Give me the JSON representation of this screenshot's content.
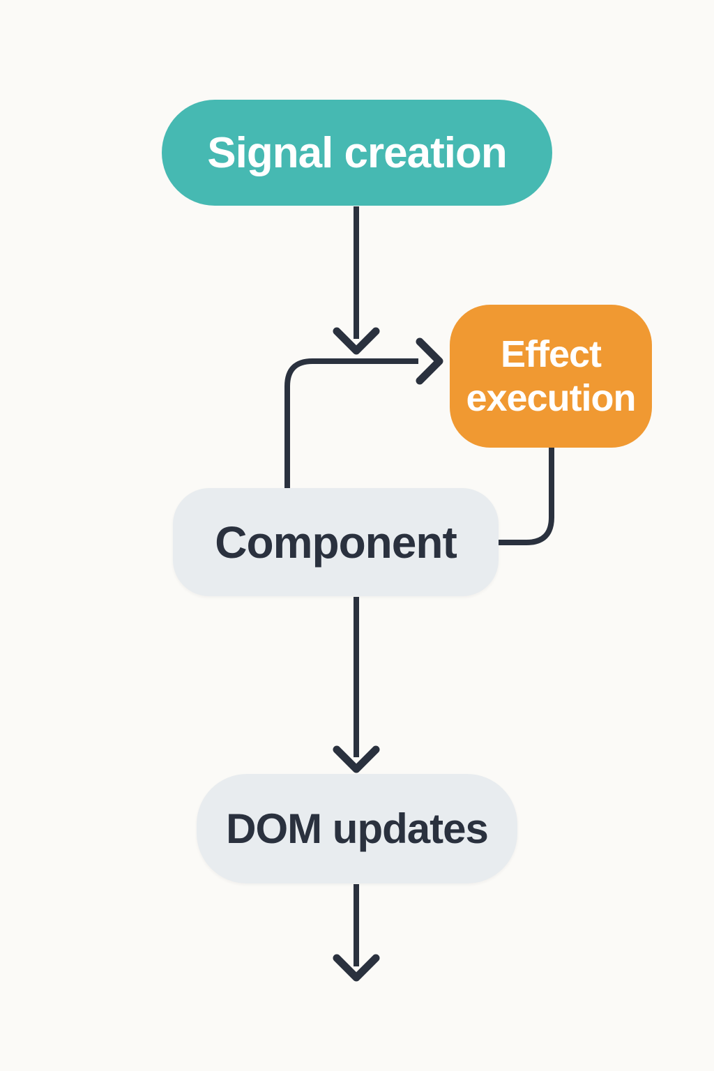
{
  "colors": {
    "background": "#fbfaf7",
    "teal": "#46b9b2",
    "orange": "#f09932",
    "gray": "#e8ecef",
    "ink": "#2a313e",
    "white_text": "#ffffff"
  },
  "diagram": {
    "type": "flowchart",
    "nodes": [
      {
        "id": "signal-creation",
        "label": "Signal creation",
        "shape": "pill",
        "fill": "#46b9b2",
        "text_color": "#ffffff"
      },
      {
        "id": "effect-execution",
        "label": "Effect\nexecution",
        "shape": "rounded-rect",
        "fill": "#f09932",
        "text_color": "#ffffff"
      },
      {
        "id": "component",
        "label": "Component",
        "shape": "rounded-rect",
        "fill": "#e8ecef",
        "text_color": "#2a313e"
      },
      {
        "id": "dom-updates",
        "label": "DOM updates",
        "shape": "pill",
        "fill": "#e8ecef",
        "text_color": "#2a313e"
      }
    ],
    "edges": [
      {
        "from": "signal-creation",
        "to": "junction-before-effect-execution",
        "style": "arrow-down"
      },
      {
        "from": "component",
        "to": "effect-execution",
        "style": "elbow-up-right-arrow"
      },
      {
        "from": "effect-execution",
        "to": "component",
        "style": "elbow-down-left-plain"
      },
      {
        "from": "component",
        "to": "dom-updates",
        "style": "arrow-down"
      },
      {
        "from": "dom-updates",
        "to": "offscreen-bottom",
        "style": "arrow-down"
      }
    ]
  }
}
